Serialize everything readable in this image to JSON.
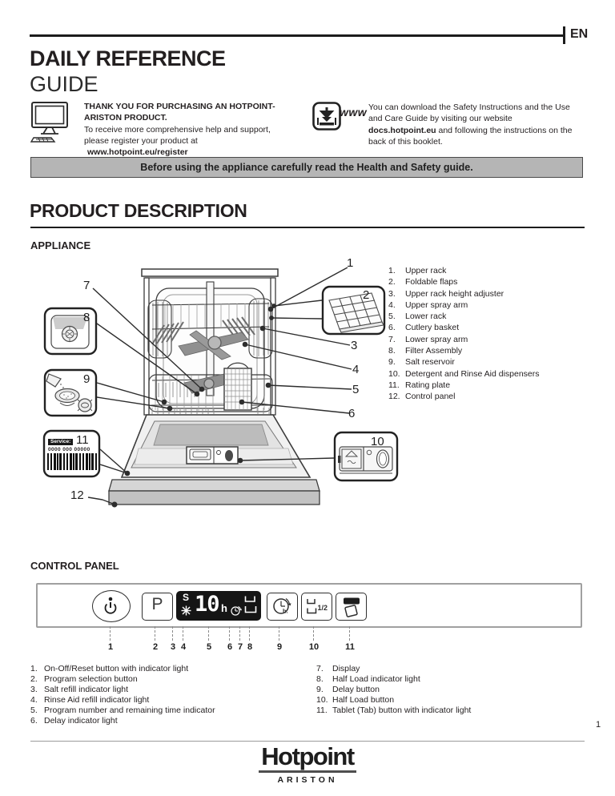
{
  "page": {
    "lang_tag": "EN"
  },
  "header": {
    "title_line1": "DAILY REFERENCE",
    "title_line2": "GUIDE"
  },
  "intro": {
    "left": {
      "bold1": "THANK YOU FOR PURCHASING AN HOTPOINT-",
      "bold2": "ARISTON PRODUCT.",
      "line3": "To receive more comprehensive help and support,",
      "line4": "please register your product at",
      "link": "www.hotpoint.eu/register"
    },
    "right": {
      "www_label": "www",
      "line1": "You can download the Safety Instructions and the Use",
      "line2": "and Care Guide by visiting our website",
      "line3_bold": "docs.hotpoint.eu",
      "line3_rest": " and following the instructions on the",
      "line4": "back of this booklet."
    },
    "banner": "Before using the appliance carefully read the Health and Safety guide."
  },
  "product_description": {
    "title": "PRODUCT DESCRIPTION",
    "appliance": {
      "heading": "APPLIANCE",
      "items": [
        {
          "num": "1.",
          "label": "Upper rack"
        },
        {
          "num": "2.",
          "label": "Foldable flaps"
        },
        {
          "num": "3.",
          "label": "Upper rack height adjuster"
        },
        {
          "num": "4.",
          "label": "Upper spray arm"
        },
        {
          "num": "5.",
          "label": "Lower rack"
        },
        {
          "num": "6.",
          "label": "Cutlery basket"
        },
        {
          "num": "7.",
          "label": "Lower spray arm"
        },
        {
          "num": "8.",
          "label": "Filter Assembly"
        },
        {
          "num": "9.",
          "label": "Salt reservoir"
        },
        {
          "num": "10.",
          "label": "Detergent and Rinse Aid dispensers"
        },
        {
          "num": "11.",
          "label": "Rating plate"
        },
        {
          "num": "12.",
          "label": "Control panel"
        }
      ],
      "callouts": {
        "c1": "1",
        "c2": "2",
        "c3": "3",
        "c4": "4",
        "c5": "5",
        "c6": "6",
        "c7": "7",
        "c8": "8",
        "c9": "9",
        "c10": "10",
        "c11": "11",
        "c12": "12"
      },
      "service_label": "Service:",
      "service_number": "0000 000 00000"
    },
    "control_panel": {
      "heading": "CONTROL PANEL",
      "program_button": "P",
      "display": {
        "salt": "S",
        "time": "10",
        "hour": "h"
      },
      "delay_button_label": "h.",
      "half_load_label": "1/2",
      "numbers": [
        "1",
        "2",
        "3",
        "4",
        "5",
        "6",
        "7",
        "8",
        "9",
        "10",
        "11"
      ],
      "items_left": [
        {
          "num": "1.",
          "label": "On-Off/Reset button with indicator light"
        },
        {
          "num": "2.",
          "label": "Program selection button"
        },
        {
          "num": "3.",
          "label": "Salt refill indicator light"
        },
        {
          "num": "4.",
          "label": "Rinse Aid refill indicator light"
        },
        {
          "num": "5.",
          "label": "Program number and remaining time indicator"
        },
        {
          "num": "6.",
          "label": "Delay indicator light"
        }
      ],
      "items_right": [
        {
          "num": "7.",
          "label": "Display"
        },
        {
          "num": "8.",
          "label": "Half Load indicator light"
        },
        {
          "num": "9.",
          "label": "Delay button"
        },
        {
          "num": "10.",
          "label": "Half Load button"
        },
        {
          "num": "11.",
          "label": "Tablet (Tab) button with indicator light"
        }
      ]
    }
  },
  "footer": {
    "brand": "Hotpoint",
    "sub_brand": "ARISTON",
    "page_number": "1"
  },
  "colors": {
    "ink": "#231f20",
    "banner_bg": "#b5b5b5",
    "display_bg": "#151515",
    "panel_border": "#a0a0a0"
  }
}
